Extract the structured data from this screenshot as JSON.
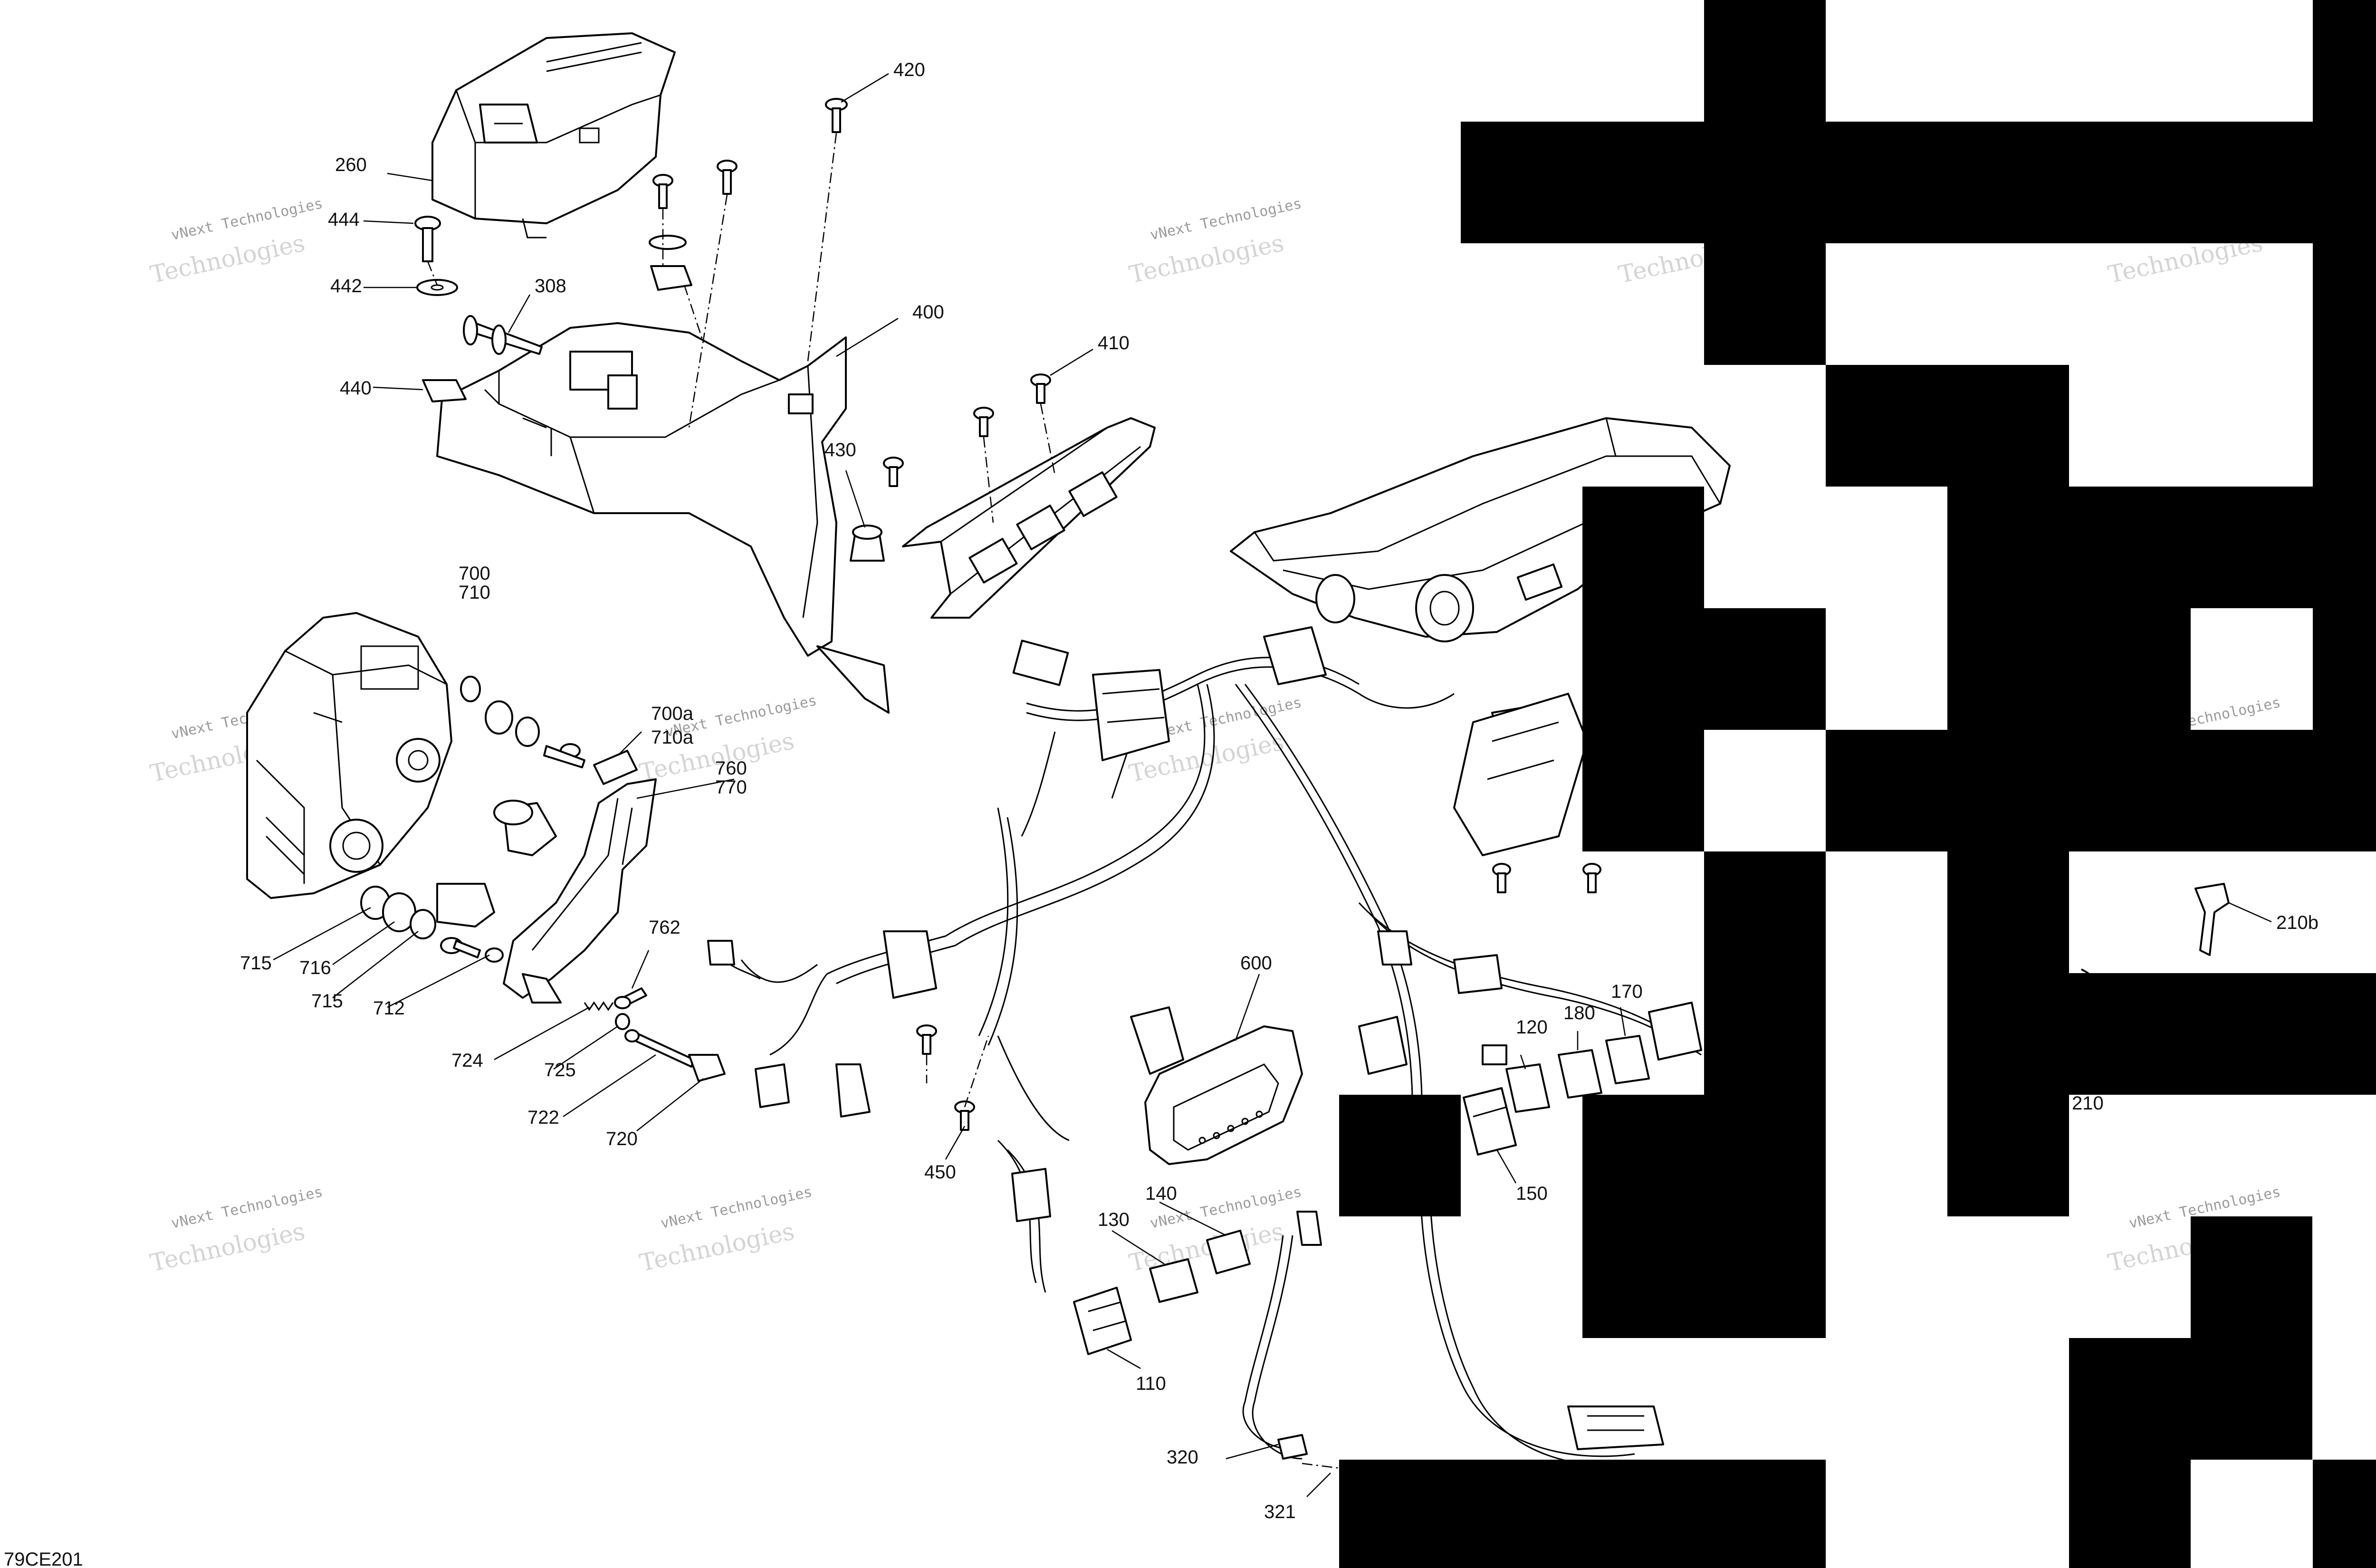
{
  "drawing_code": "79CE201",
  "watermark": {
    "line1": "vNext Technologies",
    "line2": "Technologies"
  },
  "callouts": {
    "c420": "420",
    "c260": "260",
    "c444": "444",
    "c442": "442",
    "c308": "308",
    "c400": "400",
    "c410": "410",
    "c440": "440",
    "c430": "430",
    "c700": "700",
    "c710": "710",
    "c700a": "700a",
    "c710a": "710a",
    "c760": "760",
    "c770": "770",
    "c715a": "715",
    "c716": "716",
    "c715b": "715",
    "c712": "712",
    "c762": "762",
    "c724": "724",
    "c725": "725",
    "c722": "722",
    "c720": "720",
    "c600": "600",
    "c450": "450",
    "c120": "120",
    "c180": "180",
    "c170": "170",
    "c150": "150",
    "c140": "140",
    "c130": "130",
    "c110": "110",
    "c320": "320",
    "c321": "321",
    "c210b": "210b",
    "c210": "210"
  }
}
